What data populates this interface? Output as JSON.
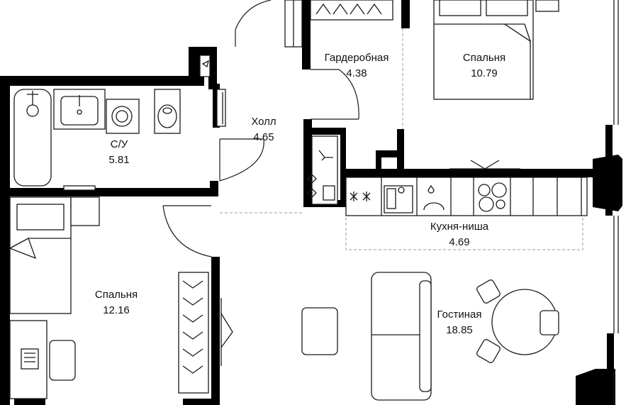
{
  "rooms": {
    "wardrobe": {
      "name": "Гардеробная",
      "area": "4.38"
    },
    "bedroom1": {
      "name": "Спальня",
      "area": "10.79"
    },
    "hall": {
      "name": "Холл",
      "area": "4.65"
    },
    "bathroom": {
      "name": "С/У",
      "area": "5.81"
    },
    "kitchen": {
      "name": "Кухня-ниша",
      "area": "4.69"
    },
    "bedroom2": {
      "name": "Спальня",
      "area": "12.16"
    },
    "living": {
      "name": "Гостиная",
      "area": "18.85"
    }
  },
  "colors": {
    "wall": "#000000",
    "line": "#1a1a1a",
    "dashed": "#9a9a9a",
    "background": "#ffffff"
  }
}
